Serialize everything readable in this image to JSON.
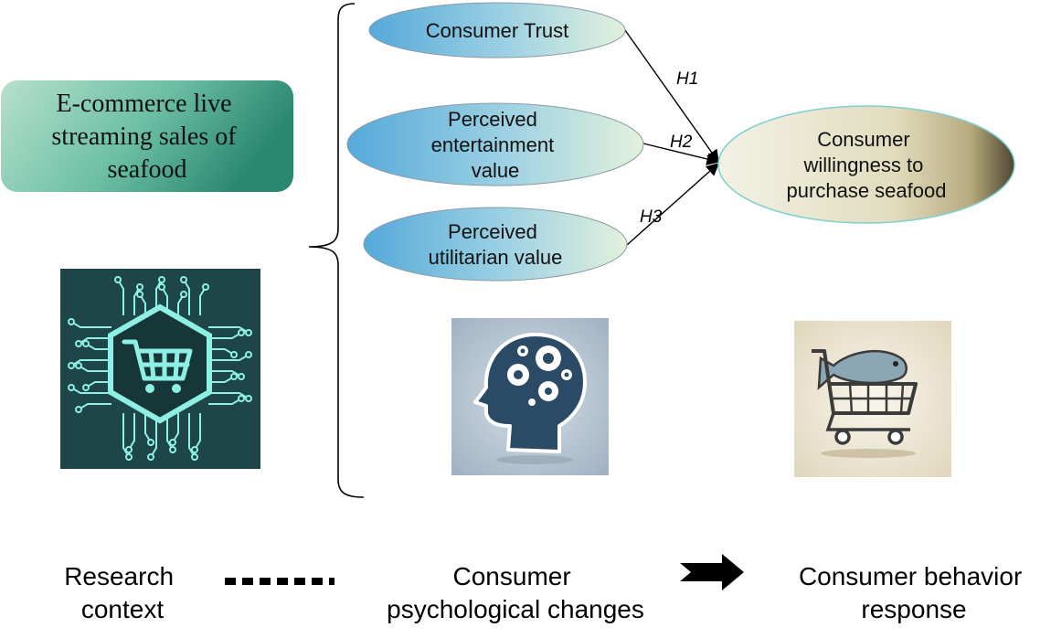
{
  "context_box": {
    "lines": [
      "E-commerce live",
      "streaming sales of",
      "seafood"
    ]
  },
  "constructs": [
    {
      "id": "trust",
      "lines": [
        "Consumer Trust"
      ]
    },
    {
      "id": "entertainment",
      "lines": [
        "Perceived",
        "entertainment",
        "value"
      ]
    },
    {
      "id": "utilitarian",
      "lines": [
        "Perceived",
        "utilitarian value"
      ]
    }
  ],
  "outcome": {
    "lines": [
      "Consumer",
      "willingness to",
      "purchase seafood"
    ]
  },
  "hypotheses": [
    "H1",
    "H2",
    "H3"
  ],
  "bottom_labels": {
    "research_context": [
      "Research",
      "context"
    ],
    "psychological_changes": [
      "Consumer",
      "psychological changes"
    ],
    "behavior_response": [
      "Consumer behavior",
      "response"
    ]
  },
  "icons": {
    "left": "circuit-cart-icon",
    "middle": "head-gears-icon",
    "right": "fish-cart-icon"
  },
  "colors": {
    "context_box_light": "#a8d8c4",
    "context_box_dark": "#2e8a70",
    "ellipse_blue": "#5fb0d8",
    "ellipse_light": "#d8eedd",
    "outcome_light": "#efeede",
    "outcome_dark": "#6a6042",
    "circuit_bg": "#1f4a4c",
    "circuit_line": "#8ef0e4"
  }
}
